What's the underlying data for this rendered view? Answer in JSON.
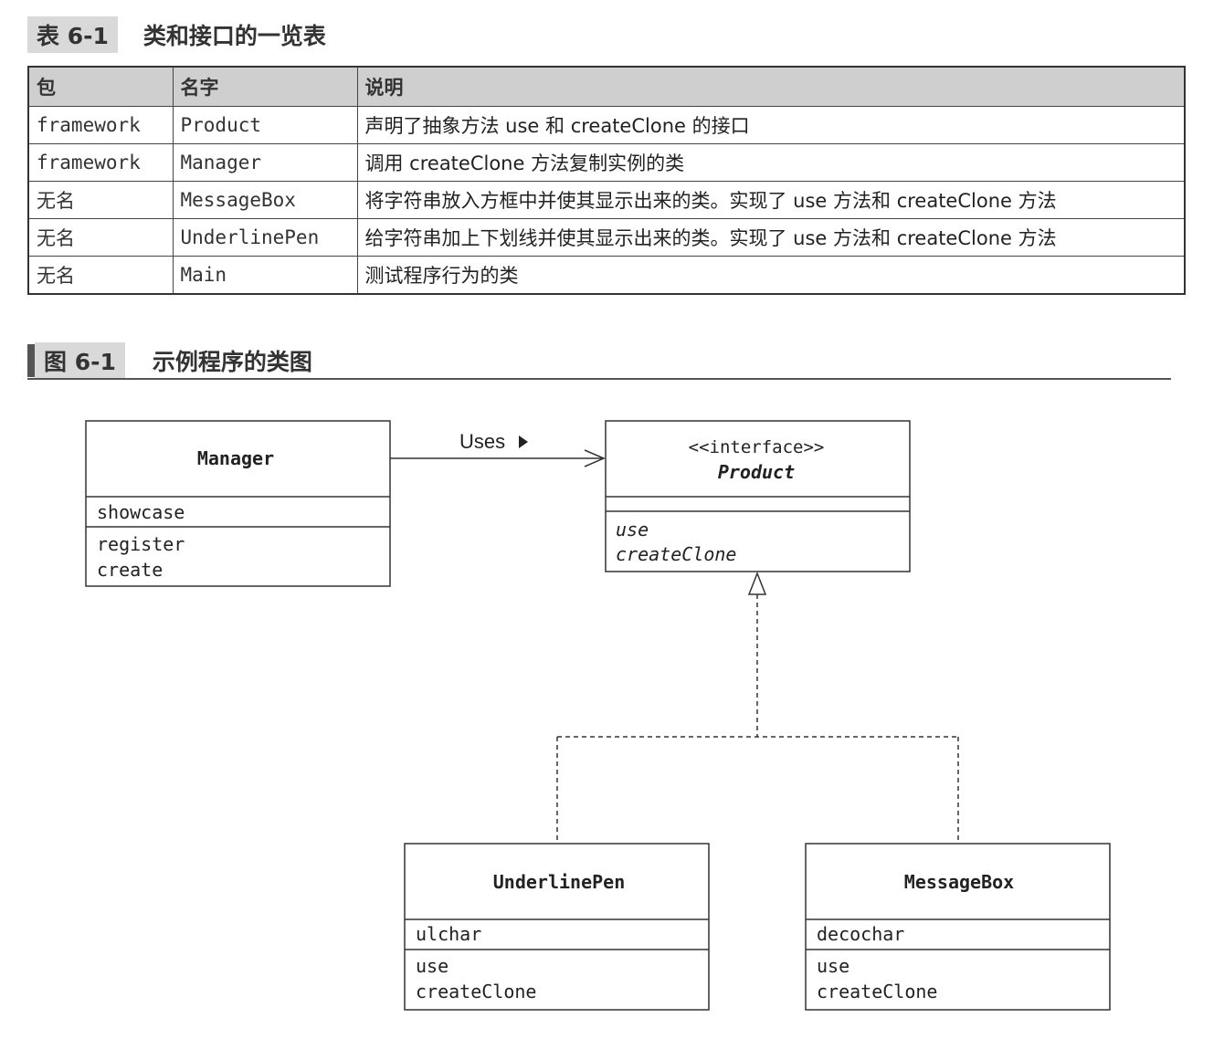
{
  "table_caption": {
    "label": "表 6-1",
    "title": "类和接口的一览表"
  },
  "table": {
    "headers": [
      "包",
      "名字",
      "说明"
    ],
    "rows": [
      [
        "framework",
        "Product",
        "声明了抽象方法 use 和 createClone 的接口"
      ],
      [
        "framework",
        "Manager",
        "调用 createClone 方法复制实例的类"
      ],
      [
        "无名",
        "MessageBox",
        "将字符串放入方框中并使其显示出来的类。实现了 use 方法和 createClone 方法"
      ],
      [
        "无名",
        "UnderlinePen",
        "给字符串加上下划线并使其显示出来的类。实现了 use 方法和 createClone 方法"
      ],
      [
        "无名",
        "Main",
        "测试程序行为的类"
      ]
    ]
  },
  "figure_caption": {
    "label": "图 6-1",
    "title": "示例程序的类图"
  },
  "diagram": {
    "manager": {
      "name": "Manager",
      "fields": [
        "showcase"
      ],
      "methods": [
        "register",
        "create"
      ]
    },
    "uses_label": "Uses",
    "product": {
      "stereotype": "<<interface>>",
      "name": "Product",
      "methods": [
        "use",
        "createClone"
      ]
    },
    "underlinepen": {
      "name": "UnderlinePen",
      "fields": [
        "ulchar"
      ],
      "methods": [
        "use",
        "createClone"
      ]
    },
    "messagebox": {
      "name": "MessageBox",
      "fields": [
        "decochar"
      ],
      "methods": [
        "use",
        "createClone"
      ]
    }
  }
}
